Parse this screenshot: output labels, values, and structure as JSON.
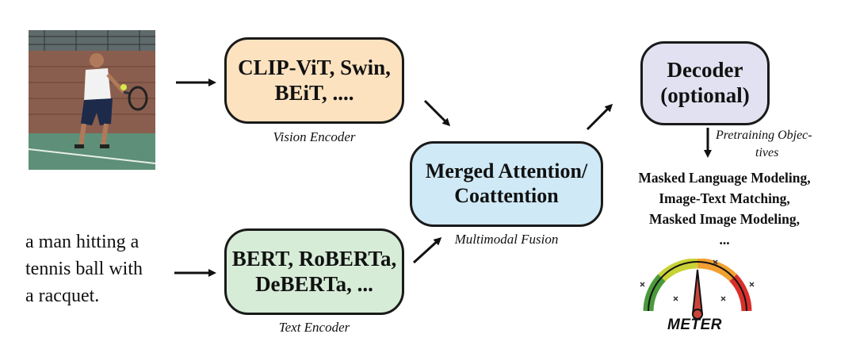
{
  "input_image": {
    "description_icon": "tennis-player-photo"
  },
  "input_text": {
    "lines": [
      "a man hitting a",
      "tennis ball with",
      "a racquet."
    ]
  },
  "vision_encoder": {
    "lines": [
      "CLIP-ViT, Swin,",
      "BEiT, ...."
    ],
    "caption": "Vision Encoder",
    "color": "#fde2bf"
  },
  "text_encoder": {
    "lines": [
      "BERT, RoBERTa,",
      "DeBERTa, ..."
    ],
    "caption": "Text Encoder",
    "color": "#d6ecd7"
  },
  "fusion": {
    "lines": [
      "Merged Attention/",
      "Coattention"
    ],
    "caption": "Multimodal Fusion",
    "color": "#cfe9f6"
  },
  "decoder": {
    "lines": [
      "Decoder",
      "(optional)"
    ],
    "color": "#e1e1f1"
  },
  "pretraining": {
    "label_lines": [
      "Pretraining Objec-",
      "tives"
    ],
    "objectives": [
      "Masked Language Modeling,",
      "Image-Text Matching,",
      "Masked Image Modeling,",
      "..."
    ]
  },
  "meter": {
    "label": "METER",
    "icon": "gauge-icon"
  }
}
